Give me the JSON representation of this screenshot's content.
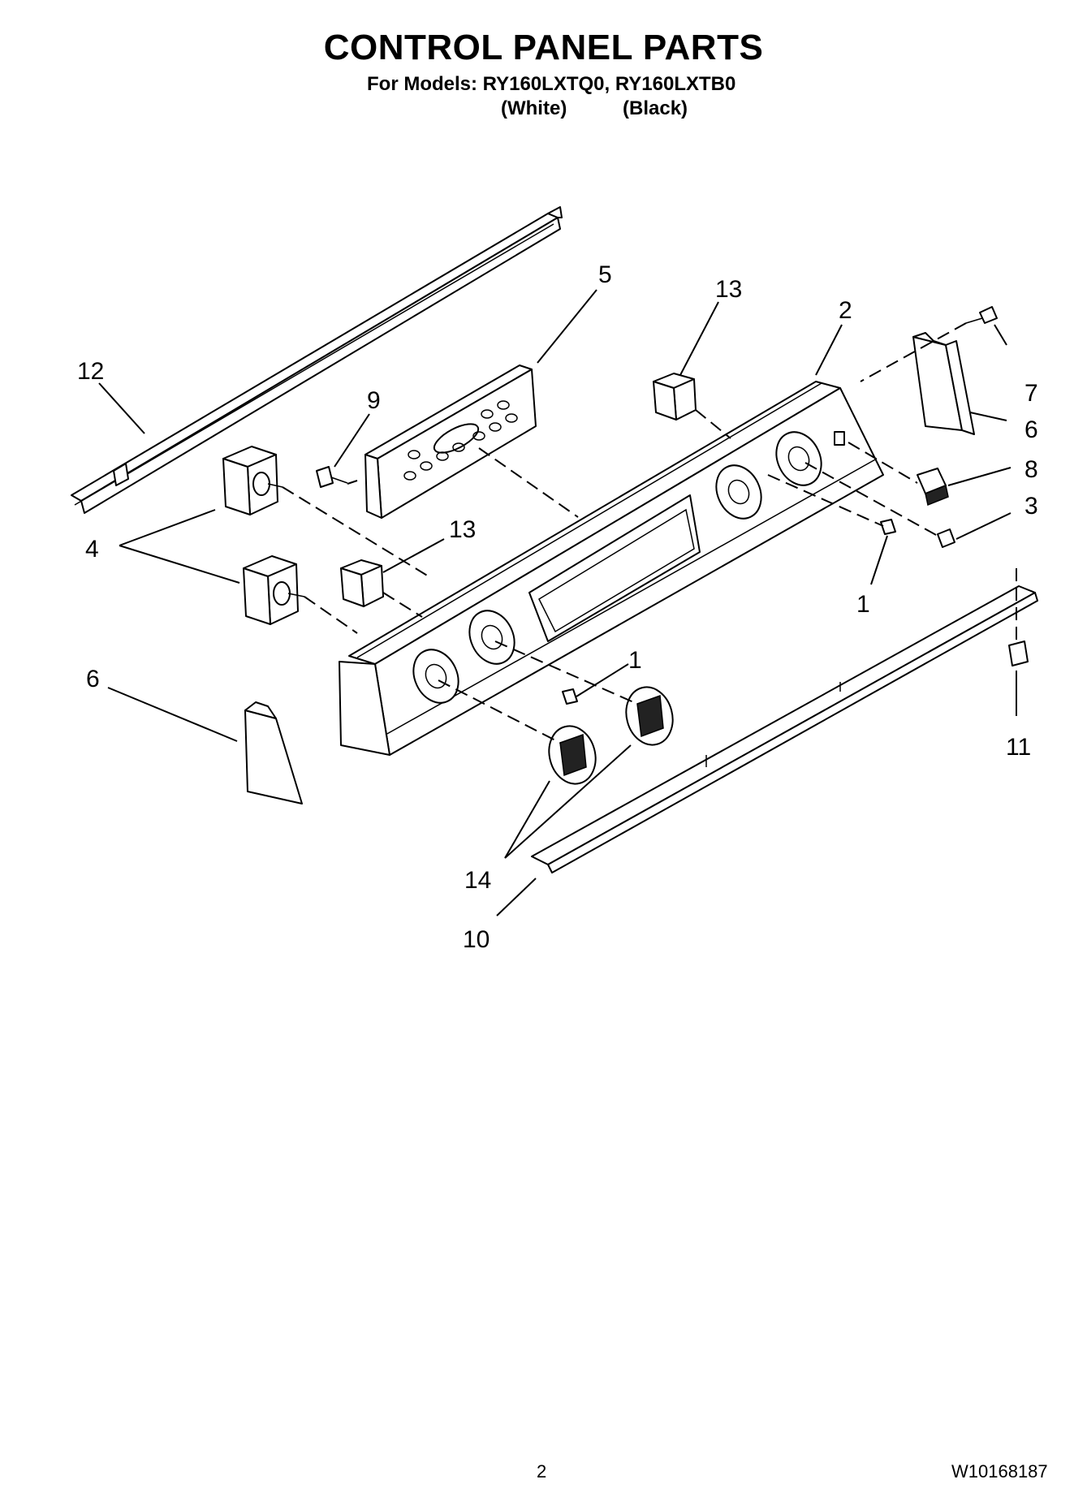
{
  "title": "CONTROL PANEL PARTS",
  "models_line": "For Models: RY160LXTQ0, RY160LXTB0",
  "variants": [
    "(White)",
    "(Black)"
  ],
  "callouts": [
    "12",
    "5",
    "13",
    "2",
    "7",
    "6",
    "8",
    "3",
    "9",
    "4",
    "13",
    "1",
    "6",
    "1",
    "11",
    "14",
    "10"
  ],
  "footer": {
    "page_number": "2",
    "document_number": "W10168187"
  }
}
